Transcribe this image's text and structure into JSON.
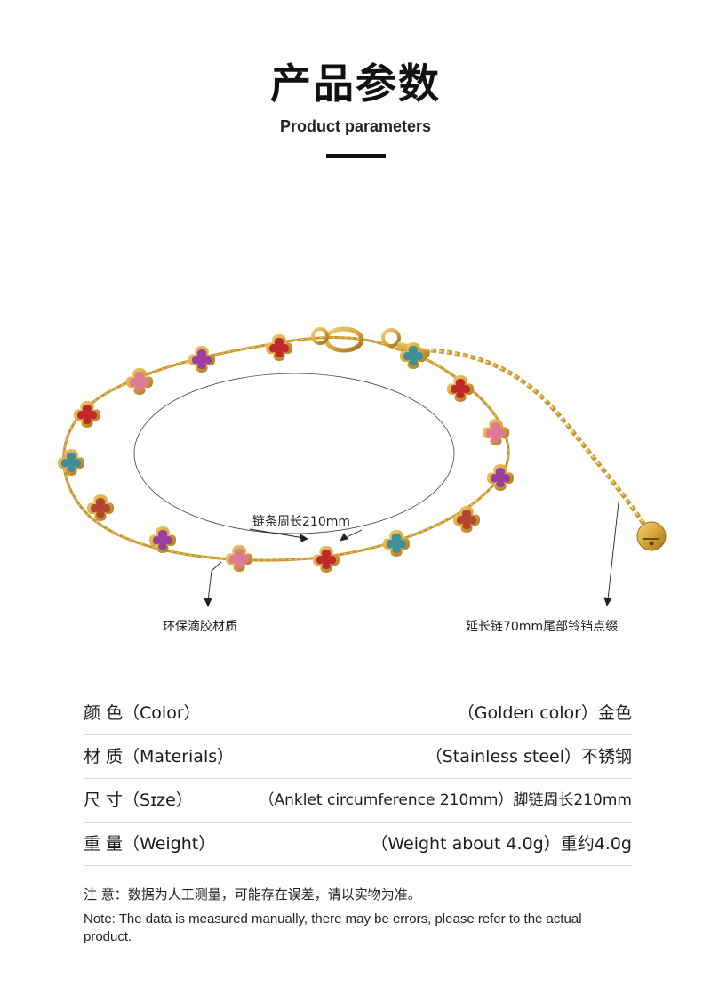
{
  "header": {
    "title_cn": "产品参数",
    "title_en": "Product parameters"
  },
  "annotations": {
    "chain_length": "链条周长210mm",
    "material": "环保滴胶材质",
    "extension": "延长链70mm尾部铃铛点缀"
  },
  "specs": [
    {
      "label": "颜 色（Color）",
      "value": "（Golden color）金色"
    },
    {
      "label": "材 质（Materials）",
      "value": "（Stainless steel）不锈钢"
    },
    {
      "label": "尺 寸（Sɪze）",
      "value": "（Anklet circumference 210mm）脚链周长210mm"
    },
    {
      "label": "重 量（Weight）",
      "value": "（Weight about 4.0g）重约4.0g"
    }
  ],
  "note": {
    "cn": "注 意：数据为人工测量，可能存在误差，请以实物为准。",
    "en": "Note: The data is measured manually, there may be errors, please refer to the actual product."
  },
  "colors": {
    "gold": "#d8a53a",
    "gem_red": "#c0282c",
    "gem_pink": "#e07a96",
    "gem_purple": "#9a3fa0",
    "gem_teal": "#3f8f9a",
    "gem_brown": "#b5452f"
  }
}
